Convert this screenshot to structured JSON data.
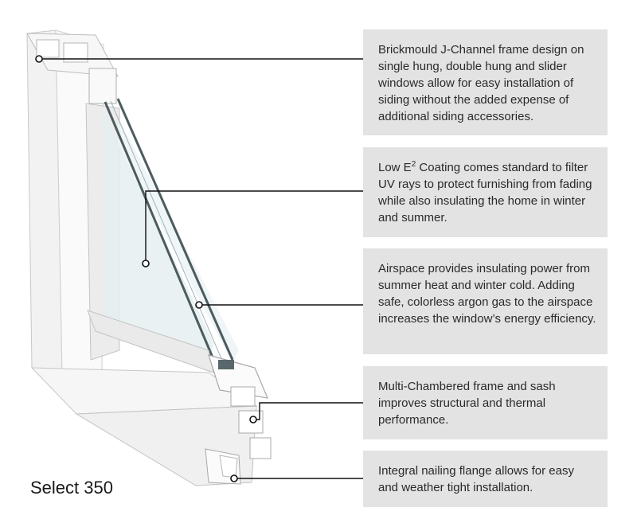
{
  "product_name": "Select 350",
  "callouts": [
    {
      "text": "Brickmould J-Channel frame design on single hung, double hung and slider windows allow for easy installation of siding without the added expense of additional siding accessories."
    },
    {
      "text_prefix": "Low E",
      "text_sup": "2",
      "text_suffix": " Coating comes standard to filter UV rays to protect furnishing from fading while also insulating the home in winter and summer."
    },
    {
      "text": "Airspace provides insulating power from summer heat and winter cold. Adding safe, colorless argon gas to the airspace increases the window’s energy efficiency."
    },
    {
      "text": "Multi-Chambered frame and sash improves structural and thermal performance."
    },
    {
      "text": "Integral nailing flange allows for easy and weather tight installation."
    }
  ],
  "colors": {
    "callout_bg": "#e3e3e3",
    "leader_line": "#111111",
    "frame_vinyl": "#f4f4f4",
    "glass": "#e6eef1"
  }
}
